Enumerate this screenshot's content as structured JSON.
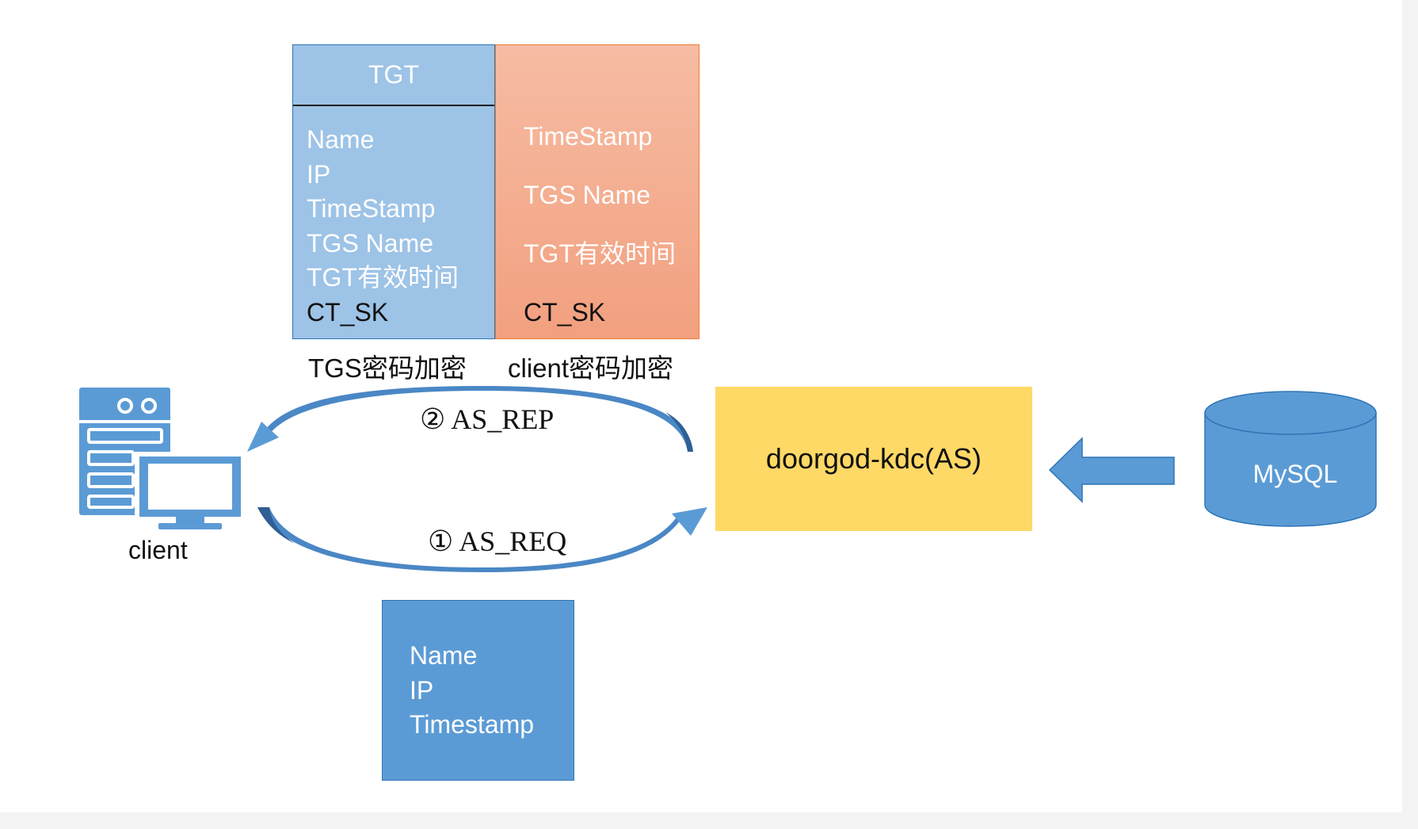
{
  "tgt": {
    "title": "TGT",
    "fields": [
      "Name",
      "IP",
      "TimeStamp",
      "TGS Name",
      "TGT有效时间",
      "CT_SK"
    ],
    "caption": "TGS密码加密"
  },
  "client_encrypted": {
    "fields": [
      "TimeStamp",
      "TGS Name",
      "TGT有效时间",
      "CT_SK"
    ],
    "caption": "client密码加密"
  },
  "arrows": {
    "reply": "② AS_REP",
    "request": "① AS_REQ"
  },
  "kdc": {
    "label": "doorgod-kdc(AS)"
  },
  "database": {
    "label": "MySQL"
  },
  "client": {
    "label": "client"
  },
  "request_payload": {
    "fields": [
      "Name",
      "IP",
      "Timestamp"
    ]
  },
  "colors": {
    "blue_light": "#9dc3e6",
    "blue": "#5b9bd5",
    "orange": "#f4b183",
    "yellow": "#ffd966"
  }
}
